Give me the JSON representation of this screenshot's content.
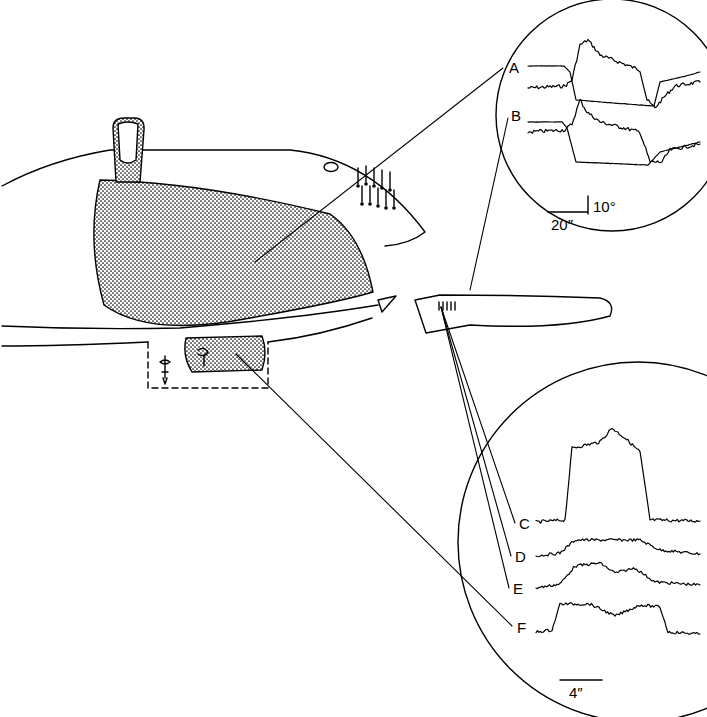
{
  "diagram": {
    "labels": [
      "A",
      "B",
      "C",
      "D",
      "E",
      "F",
      "20″",
      "10°",
      "4″"
    ]
  }
}
